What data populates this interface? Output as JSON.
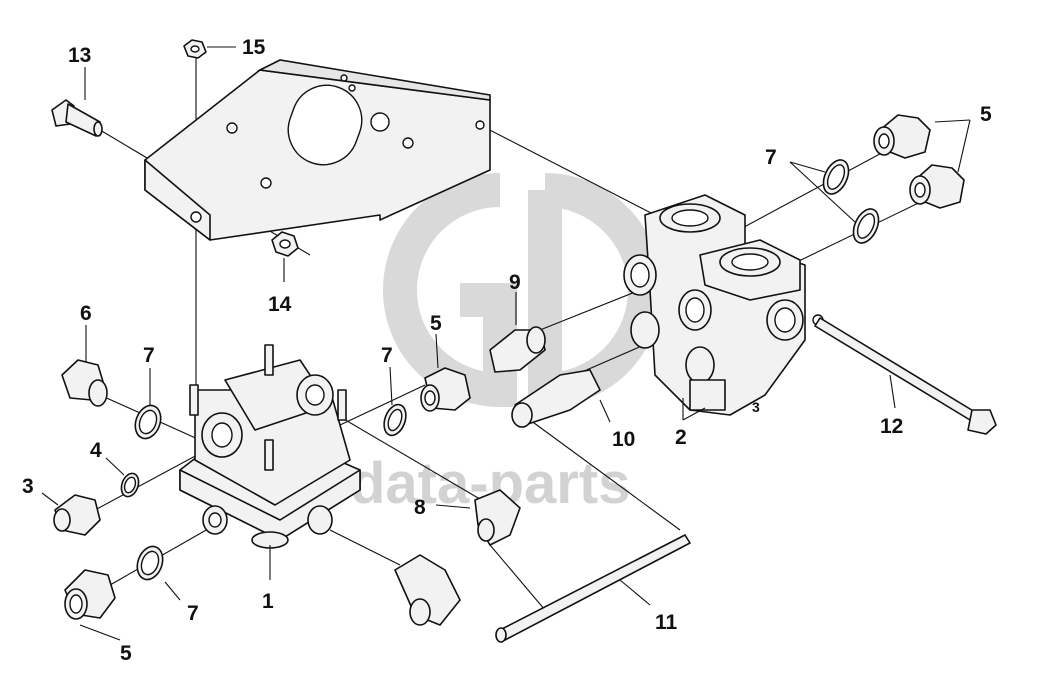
{
  "watermark": {
    "text": "data-parts",
    "logo_name": "gd-logo",
    "color": "#d2d2d2"
  },
  "callouts": {
    "c1": "1",
    "c2": "2",
    "c3_left": "3",
    "c3_body": "3",
    "c4": "4",
    "c5_top_right": "5",
    "c5_mid": "5",
    "c5_bottom_left": "5",
    "c6": "6",
    "c7_top_right": "7",
    "c7_left_upper": "7",
    "c7_mid": "7",
    "c7_left_lower": "7",
    "c8": "8",
    "c9": "9",
    "c10": "10",
    "c11": "11",
    "c12": "12",
    "c13": "13",
    "c14": "14",
    "c15": "15"
  },
  "colors": {
    "line": "#111111",
    "part_fill": "#f2f2f2",
    "background": "#ffffff"
  }
}
